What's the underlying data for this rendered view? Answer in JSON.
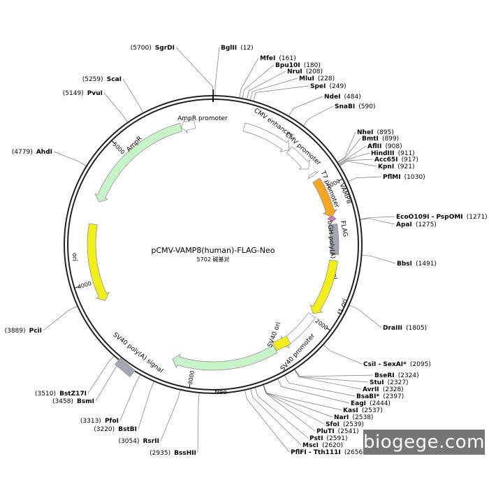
{
  "title": "pCMV-VAMP8(human)-FLAG-Neo",
  "length_label": "5702 碱基对",
  "total_bp": 5702,
  "watermark": "biogege.com",
  "features": [
    {
      "name": "CMV enhancer",
      "type": "enhancer",
      "start": 235,
      "end": 614,
      "dir": 1,
      "color": "#ffffff"
    },
    {
      "name": "CMV promoter",
      "type": "promoter",
      "start": 615,
      "end": 818,
      "dir": 1,
      "color": "#ffffff"
    },
    {
      "name": "T7 promoter",
      "type": "promoter",
      "start": 863,
      "end": 881,
      "dir": 1,
      "color": "#ffffff"
    },
    {
      "name": "VAMP8",
      "type": "cds",
      "start": 921,
      "end": 1220,
      "dir": 1,
      "color": "#f5a623"
    },
    {
      "name": "FLAG",
      "type": "tag",
      "start": 1221,
      "end": 1244,
      "dir": 1,
      "color": "#c77db5"
    },
    {
      "name": "bGH poly(A) signal",
      "type": "polyA",
      "start": 1275,
      "end": 1500,
      "dir": 0,
      "color": "#a0a8b0"
    },
    {
      "name": "f1 ori",
      "type": "ori",
      "start": 1546,
      "end": 1974,
      "dir": 1,
      "color": "#f2ee1a"
    },
    {
      "name": "SV40 promoter",
      "type": "promoter",
      "start": 1988,
      "end": 2317,
      "dir": 1,
      "color": "#ffffff"
    },
    {
      "name": "Neo",
      "type": "cds",
      "start": 2365,
      "end": 3159,
      "dir": 1,
      "color": "#c8f5c8"
    },
    {
      "name": "SV40 poly(A) signal",
      "type": "polyA",
      "start": 3333,
      "end": 3454,
      "dir": 0,
      "color": "#a0a8b0"
    },
    {
      "name": "ori",
      "type": "ori",
      "start": 3841,
      "end": 4429,
      "dir": -1,
      "color": "#f2ee1a"
    },
    {
      "name": "AmpR",
      "type": "cds",
      "start": 4600,
      "end": 5460,
      "dir": -1,
      "color": "#c8f5c8"
    },
    {
      "name": "AmpR promoter",
      "type": "promoter",
      "start": 5461,
      "end": 5565,
      "dir": -1,
      "color": "#ffffff"
    },
    {
      "name": "SV40 ori",
      "type": "ori",
      "start": 2180,
      "end": 2315,
      "dir": 0,
      "color": "#f2ee1a"
    }
  ],
  "ticks": [
    {
      "bp": 1000,
      "label": "1000"
    },
    {
      "bp": 2000,
      "label": "2000"
    },
    {
      "bp": 3000,
      "label": "3000"
    },
    {
      "bp": 4000,
      "label": "4000"
    },
    {
      "bp": 5000,
      "label": "5000"
    }
  ],
  "sites": [
    {
      "name": "SgrDI",
      "pos": "(5700)",
      "bp": 5700
    },
    {
      "name": "BglII",
      "pos": "(12)",
      "bp": 12
    },
    {
      "name": "MfeI",
      "pos": "(161)",
      "bp": 161
    },
    {
      "name": "Bpu10I",
      "pos": "(180)",
      "bp": 180
    },
    {
      "name": "NruI",
      "pos": "(208)",
      "bp": 208
    },
    {
      "name": "MluI",
      "pos": "(228)",
      "bp": 228
    },
    {
      "name": "SpeI",
      "pos": "(249)",
      "bp": 249
    },
    {
      "name": "NdeI",
      "pos": "(484)",
      "bp": 484
    },
    {
      "name": "SnaBI",
      "pos": "(590)",
      "bp": 590
    },
    {
      "name": "NheI",
      "pos": "(895)",
      "bp": 895
    },
    {
      "name": "BmtI",
      "pos": "(899)",
      "bp": 899
    },
    {
      "name": "AflII",
      "pos": "(908)",
      "bp": 908
    },
    {
      "name": "HindIII",
      "pos": "(911)",
      "bp": 911
    },
    {
      "name": "Acc65I",
      "pos": "(917)",
      "bp": 917
    },
    {
      "name": "KpnI",
      "pos": "(921)",
      "bp": 921
    },
    {
      "name": "PflMI",
      "pos": "(1030)",
      "bp": 1030
    },
    {
      "name": "EcoO109I - PspOMI",
      "pos": "(1271)",
      "bp": 1271
    },
    {
      "name": "ApaI",
      "pos": "(1275)",
      "bp": 1275
    },
    {
      "name": "BbsI",
      "pos": "(1491)",
      "bp": 1491
    },
    {
      "name": "DraIII",
      "pos": "(1805)",
      "bp": 1805
    },
    {
      "name": "CsiI - SexAI*",
      "pos": "(2095)",
      "bp": 2095
    },
    {
      "name": "BseRI",
      "pos": "(2324)",
      "bp": 2324
    },
    {
      "name": "StuI",
      "pos": "(2327)",
      "bp": 2327
    },
    {
      "name": "AvrII",
      "pos": "(2328)",
      "bp": 2328
    },
    {
      "name": "BsaBI*",
      "pos": "(2397)",
      "bp": 2397
    },
    {
      "name": "EagI",
      "pos": "(2444)",
      "bp": 2444
    },
    {
      "name": "KasI",
      "pos": "(2537)",
      "bp": 2537
    },
    {
      "name": "NarI",
      "pos": "(2538)",
      "bp": 2538
    },
    {
      "name": "SfoI",
      "pos": "(2539)",
      "bp": 2539
    },
    {
      "name": "PluTI",
      "pos": "(2541)",
      "bp": 2541
    },
    {
      "name": "PstI",
      "pos": "(2591)",
      "bp": 2591
    },
    {
      "name": "MscI",
      "pos": "(2620)",
      "bp": 2620
    },
    {
      "name": "PflFI - Tth111I",
      "pos": "(2656)",
      "bp": 2656
    },
    {
      "name": "BssHII",
      "pos": "(2935)",
      "bp": 2935
    },
    {
      "name": "RsrII",
      "pos": "(3054)",
      "bp": 3054
    },
    {
      "name": "BstBI",
      "pos": "(3220)",
      "bp": 3220
    },
    {
      "name": "PfoI",
      "pos": "(3313)",
      "bp": 3313
    },
    {
      "name": "BsmI",
      "pos": "(3458)",
      "bp": 3458
    },
    {
      "name": "BstZ17I",
      "pos": "(3510)",
      "bp": 3510
    },
    {
      "name": "PciI",
      "pos": "(3889)",
      "bp": 3889
    },
    {
      "name": "AhdI",
      "pos": "(4779)",
      "bp": 4779
    },
    {
      "name": "PvuI",
      "pos": "(5149)",
      "bp": 5149
    },
    {
      "name": "ScaI",
      "pos": "(5259)",
      "bp": 5259
    }
  ]
}
